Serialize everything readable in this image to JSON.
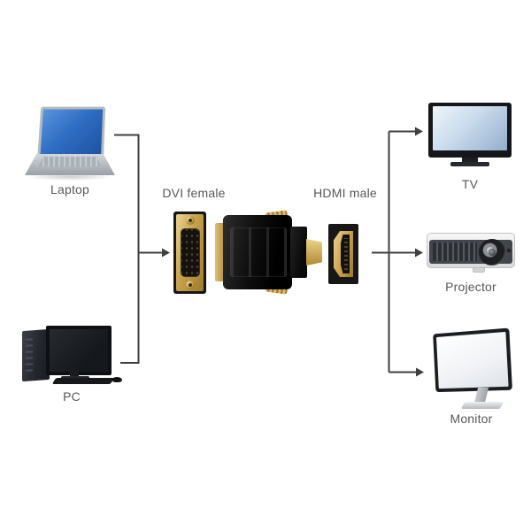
{
  "sources": [
    {
      "id": "laptop",
      "label": "Laptop"
    },
    {
      "id": "pc",
      "label": "PC"
    }
  ],
  "adapter": {
    "dvi_label": "DVI female",
    "hdmi_label": "HDMI male"
  },
  "outputs": [
    {
      "id": "tv",
      "label": "TV"
    },
    {
      "id": "projector",
      "label": "Projector"
    },
    {
      "id": "monitor",
      "label": "Monitor"
    }
  ],
  "colors": {
    "line": "#3f3f3f",
    "label_text": "#58585a",
    "gold": "#c7a04b",
    "laptop_screen_blue": "#2e6dc2",
    "tv_screen_blue": "#c9dbec"
  }
}
